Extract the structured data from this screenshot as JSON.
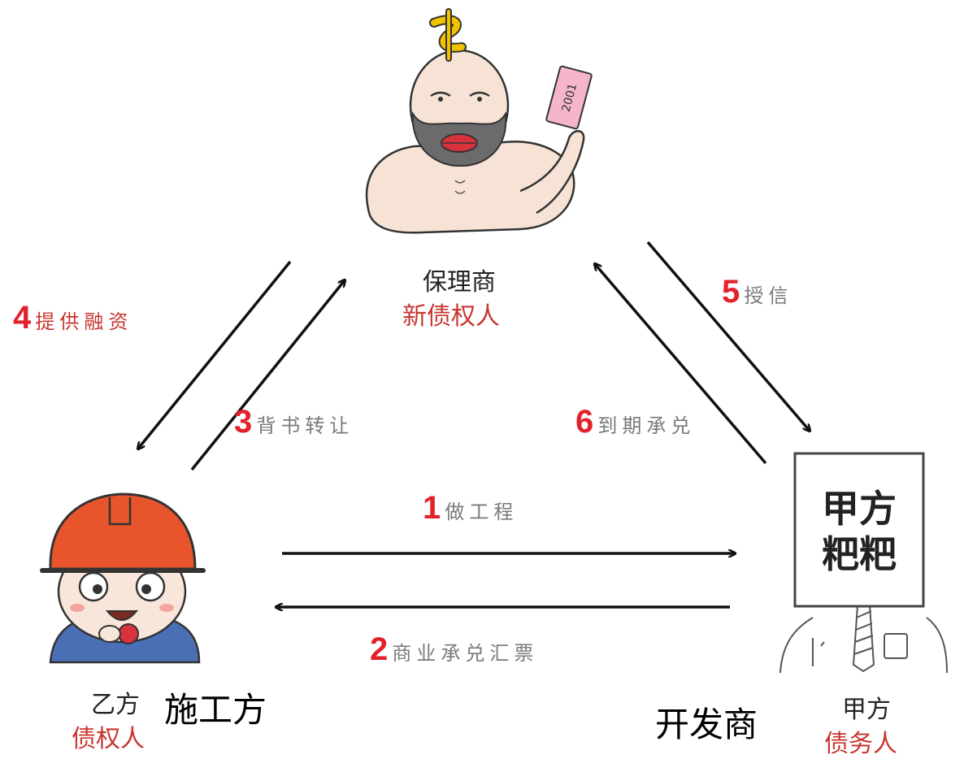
{
  "factor": {
    "role": "保理商",
    "status": "新债权人",
    "note_text": "2001"
  },
  "contractor": {
    "role": "乙方",
    "status": "债权人",
    "name": "施工方"
  },
  "developer": {
    "name": "开发商",
    "role": "甲方",
    "status": "债务人",
    "board_line1": "甲方",
    "board_line2": "粑粑"
  },
  "steps": [
    {
      "number": "1",
      "label": "做工程"
    },
    {
      "number": "2",
      "label": "商业承兑汇票"
    },
    {
      "number": "3",
      "label": "背书转让"
    },
    {
      "number": "4",
      "label": "提供融资"
    },
    {
      "number": "5",
      "label": "授信"
    },
    {
      "number": "6",
      "label": "到期承兑"
    }
  ],
  "colors": {
    "step_number": "#e3212b",
    "red_text": "#c8352f",
    "arrow": "#111111",
    "helmet": "#e8552c",
    "jacket": "#4a6fb5",
    "skin": "#f6e3d6",
    "beard": "#6b6b6b",
    "lips": "#d9323f",
    "dollar": "#f2c200",
    "note": "#f4b6c8"
  }
}
